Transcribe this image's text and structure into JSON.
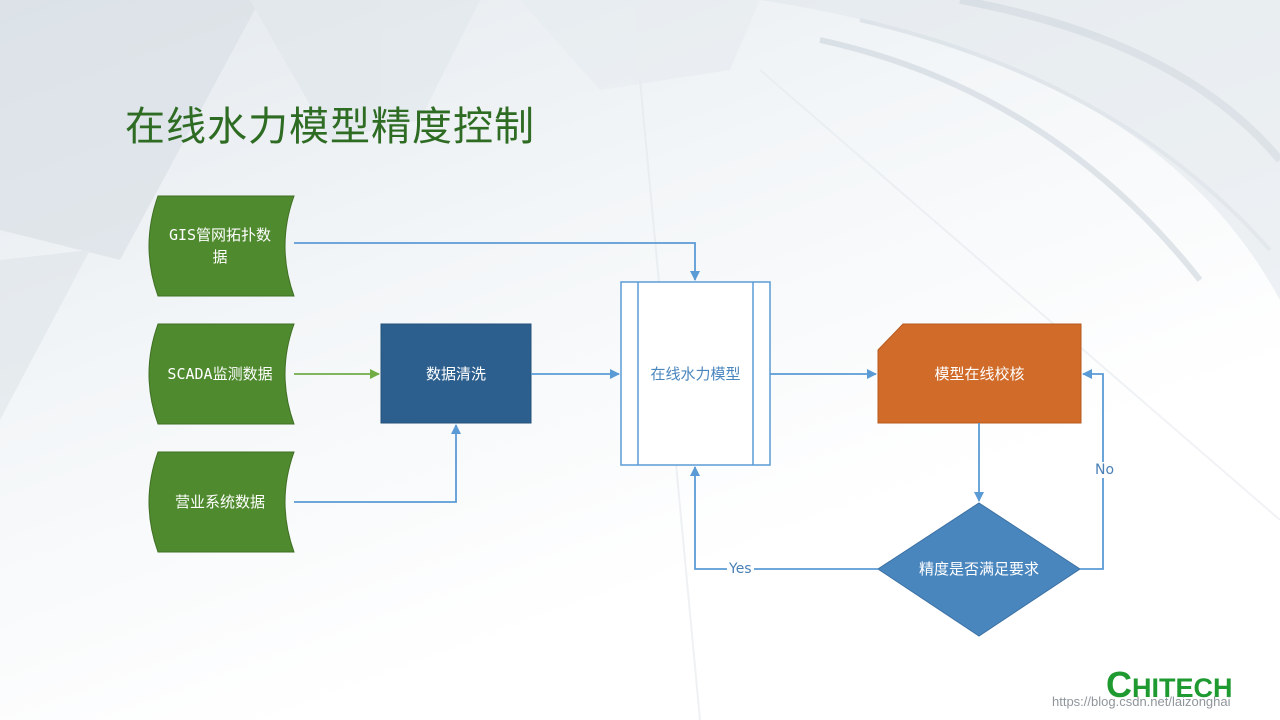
{
  "slide": {
    "title": "在线水力模型精度控制"
  },
  "nodes": {
    "gis": "GIS管网拓扑数\n据",
    "scada": "SCADA监测数据",
    "business": "营业系统数据",
    "cleaning": "数据清洗",
    "model": "在线水力模型",
    "calibration": "模型在线校核",
    "decision": "精度是否满足要求"
  },
  "edges": {
    "yes": "Yes",
    "no": "No"
  },
  "branding": {
    "logo_first": "C",
    "logo_rest": "HITECH",
    "watermark": "https://blog.csdn.net/laizonghai"
  },
  "colors": {
    "title": "#2e6b23",
    "data_input": "#4f8a2e",
    "process": "#2c5f8e",
    "calibration": "#d06b2a",
    "decision": "#4a86be",
    "arrow_blue": "#5b9bd5",
    "arrow_green": "#70ad47",
    "logo": "#1f9a31"
  }
}
